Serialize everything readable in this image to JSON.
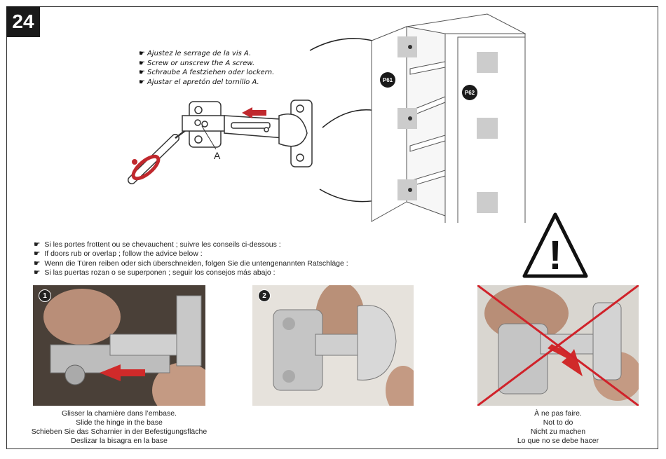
{
  "step_number": "24",
  "screw_instructions": [
    "Ajustez le serrage de la vis A.",
    "Screw or unscrew the A screw.",
    "Schraube A festziehen oder lockern.",
    "Ajustar el apretón del tornillo A."
  ],
  "screw_label": "A",
  "panel_labels": {
    "left_door": "P61",
    "right_door": "P62"
  },
  "advice": [
    "Si les portes frottent ou se chevauchent ; suivre les conseils ci-dessous :",
    "If doors rub or overlap ; follow the advice below :",
    "Wenn die Türen reiben oder sich überschneiden, folgen Sie die untengenannten Ratschläge :",
    "Si las puertas rozan o se superponen ; seguir los consejos más abajo :"
  ],
  "photos": [
    {
      "number": "1",
      "caption": [
        "Glisser la charnière dans l’embase.",
        "Slide the hinge in the base",
        "Schieben Sie das Scharnier in der Befestigungsfläche",
        "Deslizar la bisagra en la base"
      ]
    },
    {
      "number": "2",
      "caption": []
    },
    {
      "number": "",
      "caption": [
        "À ne pas faire.",
        "Not to do",
        "Nicht zu machen",
        "Lo que no se debe hacer"
      ]
    }
  ],
  "warning_symbol": "!"
}
